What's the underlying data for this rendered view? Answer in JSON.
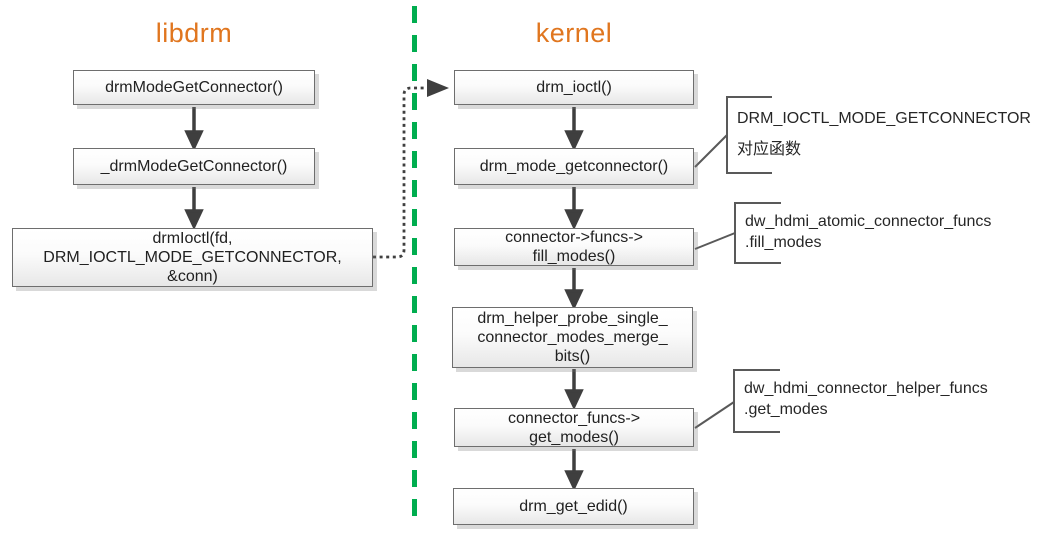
{
  "libdrm": {
    "title": "libdrm",
    "nodes": [
      {
        "label": "drmModeGetConnector()"
      },
      {
        "label": "_drmModeGetConnector()"
      },
      {
        "label": "drmIoctl(fd,\nDRM_IOCTL_MODE_GETCONNECTOR,\n&conn)"
      }
    ]
  },
  "kernel": {
    "title": "kernel",
    "nodes": [
      {
        "label": "drm_ioctl()"
      },
      {
        "label": "drm_mode_getconnector()"
      },
      {
        "label": "connector->funcs->\nfill_modes()"
      },
      {
        "label": "drm_helper_probe_single_\nconnector_modes_merge_\nbits()"
      },
      {
        "label": "connector_funcs->\nget_modes()"
      },
      {
        "label": "drm_get_edid()"
      }
    ]
  },
  "annotations": [
    {
      "label": "DRM_IOCTL_MODE_GETCONNECTOR\n对应函数"
    },
    {
      "label": "dw_hdmi_atomic_connector_funcs\n.fill_modes"
    },
    {
      "label": "dw_hdmi_connector_helper_funcs\n.get_modes"
    }
  ],
  "colors": {
    "title_orange": "#E0761F",
    "divider_green": "#00AD4F",
    "arrow_gray": "#3F3F3F",
    "box_border_gray": "#6E6E6E",
    "callout_gray": "#595959",
    "text": "#212121"
  }
}
